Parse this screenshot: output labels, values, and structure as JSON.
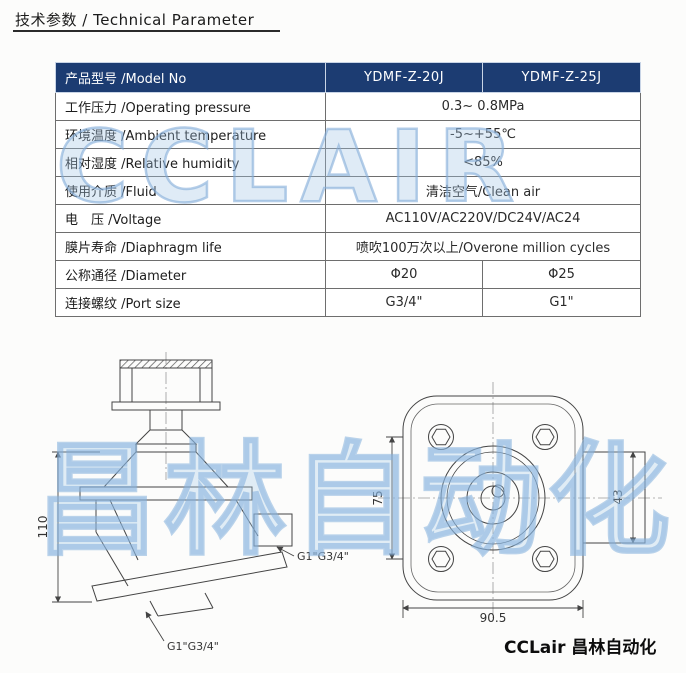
{
  "title": "技术参数 / Technical Parameter",
  "table": {
    "header": {
      "label": "产品型号 /Model No",
      "model1": "YDMF-Z-20J",
      "model2": "YDMF-Z-25J"
    },
    "rows": [
      {
        "label": "工作压力 /Operating pressure",
        "value": "0.3~ 0.8MPa"
      },
      {
        "label": "环境温度 /Ambient temperature",
        "value": "-5~+55℃"
      },
      {
        "label": "相对湿度 /Relative humidity",
        "value": "<85%"
      },
      {
        "label": "使用介质 /Fluid",
        "value": "清洁空气/Clean air"
      },
      {
        "label": "电　压 /Voltage",
        "value": "AC110V/AC220V/DC24V/AC24"
      },
      {
        "label": "膜片寿命 /Diaphragm life",
        "value": "喷吹100万次以上/Overone million cycles"
      },
      {
        "label": "公称通径 /Diameter",
        "value1": "Φ20",
        "value2": "Φ25"
      },
      {
        "label": "连接螺纹 /Port size",
        "value1": "G3/4\"",
        "value2": "G1\""
      }
    ]
  },
  "watermarks": {
    "table_overlay": "CCLAIR",
    "drawing_overlay": "昌林自动化"
  },
  "drawings": {
    "side_view": {
      "height_dim": "110",
      "side_port_label": "G1\"G3/4\"",
      "bottom_port_label": "G1\"G3/4\""
    },
    "top_view": {
      "bolt_span_dim": "75",
      "outlet_dim": "43",
      "width_dim": "90.5"
    }
  },
  "footer": {
    "brand": "CCLair 昌林自动化"
  }
}
